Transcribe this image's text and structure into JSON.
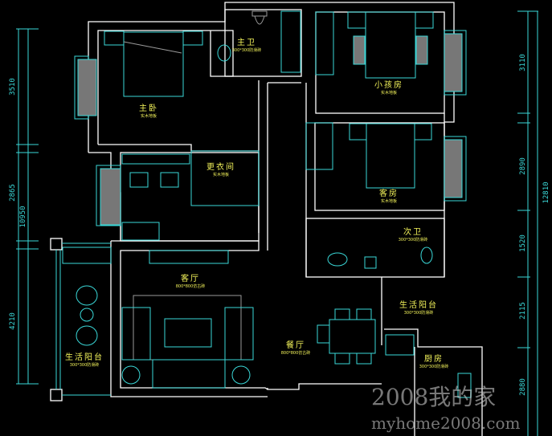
{
  "rooms": {
    "master_bedroom": {
      "name": "主卧",
      "floor": "实木地板"
    },
    "master_bath": {
      "name": "主卫",
      "floor": "300*300防滑砖"
    },
    "dressing_room": {
      "name": "更衣间",
      "floor": "实木地板"
    },
    "kids_room": {
      "name": "小孩房",
      "floor": "实木地板"
    },
    "guest_room": {
      "name": "客房",
      "floor": "实木地板"
    },
    "second_bath": {
      "name": "次卫",
      "floor": "300*300防滑砖"
    },
    "living_room": {
      "name": "客厅",
      "floor": "800*800仿古砖"
    },
    "dining_room": {
      "name": "餐厅",
      "floor": "800*800仿古砖"
    },
    "balcony_left": {
      "name": "生活阳台",
      "floor": "300*300防滑砖"
    },
    "balcony_right": {
      "name": "生活阳台",
      "floor": "300*300防滑砖"
    },
    "kitchen": {
      "name": "厨房",
      "floor": "300*300防滑砖"
    }
  },
  "dimensions": {
    "left": [
      "3510",
      "2865",
      "4210"
    ],
    "left_total": "10950",
    "right": [
      "3110",
      "2890",
      "1520",
      "2115",
      "2880"
    ],
    "right_total": "12810"
  },
  "watermark": {
    "title": "2008我的家",
    "url": "myhome2008.com"
  },
  "colors": {
    "walls": "#ffffff",
    "furniture": "#3ad8d8",
    "labels": "#f2f25a",
    "background": "#000000"
  }
}
